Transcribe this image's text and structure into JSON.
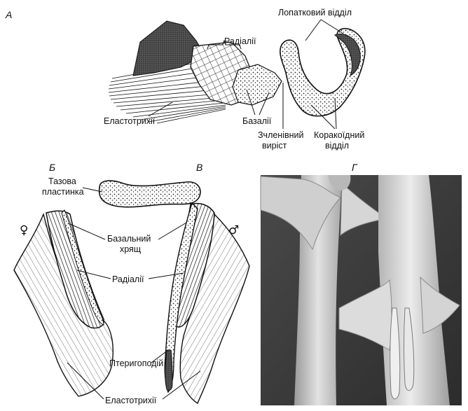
{
  "panels": {
    "a": "А",
    "b": "Б",
    "v": "В",
    "g": "Г"
  },
  "panel_a": {
    "scapular": "Лопатковий відділ",
    "radials": "Радіалії",
    "elastotrichia": "Еластотрихії",
    "basals": "Базалії",
    "notch_line1": "Зчленівний",
    "notch_line2": "виріст",
    "coracoid_line1": "Коракоїдний",
    "coracoid_line2": "відділ"
  },
  "panel_bv": {
    "pelvic_line1": "Тазова",
    "pelvic_line2": "пластинка",
    "female": "♀",
    "male": "♂",
    "basal_line1": "Базальний",
    "basal_line2": "хрящ",
    "radials": "Радіалії",
    "pterygopodium": "Птеригоподій",
    "elastotrichia": "Еластотрихії"
  }
}
